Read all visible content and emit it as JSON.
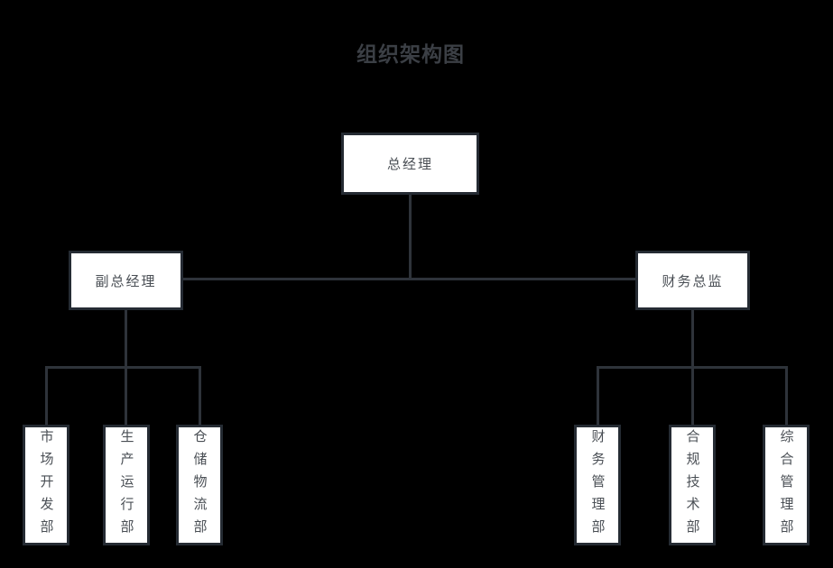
{
  "title": "组织架构图",
  "colors": {
    "background": "#000000",
    "box_fill": "#ffffff",
    "box_border": "#252b33",
    "line": "#2e333a",
    "title_text": "#3b3f45",
    "box_text": "#4a4f55"
  },
  "nodes": {
    "root": {
      "label": "总经理"
    },
    "managers": [
      {
        "label": "副总经理",
        "departments": [
          {
            "label": "市场开发部"
          },
          {
            "label": "生产运行部"
          },
          {
            "label": "仓储物流部"
          }
        ]
      },
      {
        "label": "财务总监",
        "departments": [
          {
            "label": "财务管理部"
          },
          {
            "label": "合规技术部"
          },
          {
            "label": "综合管理部"
          }
        ]
      }
    ]
  }
}
